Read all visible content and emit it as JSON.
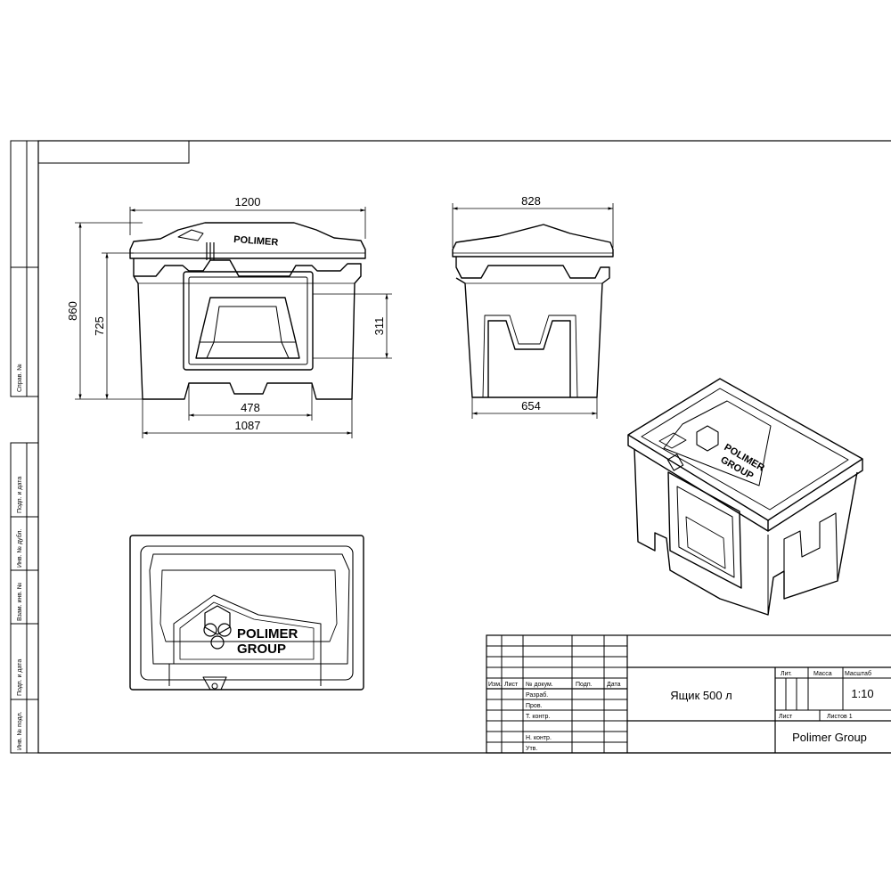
{
  "drawing": {
    "title": "Ящик 500 л",
    "scale": "1:10",
    "company": "Polimer Group",
    "logo_line1": "POLIMER",
    "logo_line2": "GROUP"
  },
  "dimensions": {
    "front_width": "1200",
    "front_total_height": "860",
    "front_body_height": "725",
    "front_opening_height": "311",
    "front_opening_width": "478",
    "front_base_width": "1087",
    "side_depth": "828",
    "side_base_depth": "654"
  },
  "side_stamp": {
    "sprav_no": "Справ. №",
    "podp_data_1": "Подп. и дата",
    "inv_no_dubl": "Инв. № дубл.",
    "vzam_inv_no": "Взам. инв. №",
    "podp_data_2": "Подп. и дата",
    "inv_no_podl": "Инв. № подл."
  },
  "title_block": {
    "izm": "Изм.",
    "list": "Лист",
    "no_dokum": "№ докум.",
    "podp": "Подп.",
    "data": "Дата",
    "razrab": "Разраб.",
    "prov": "Пров.",
    "t_kontr": "Т. контр.",
    "n_kontr": "Н. контр.",
    "utv": "Утв.",
    "lit": "Лит.",
    "massa": "Масса",
    "masshtab": "Масштаб",
    "list2": "Лист",
    "listov": "Листов 1"
  },
  "colors": {
    "ink": "#000000",
    "paper": "#ffffff"
  }
}
